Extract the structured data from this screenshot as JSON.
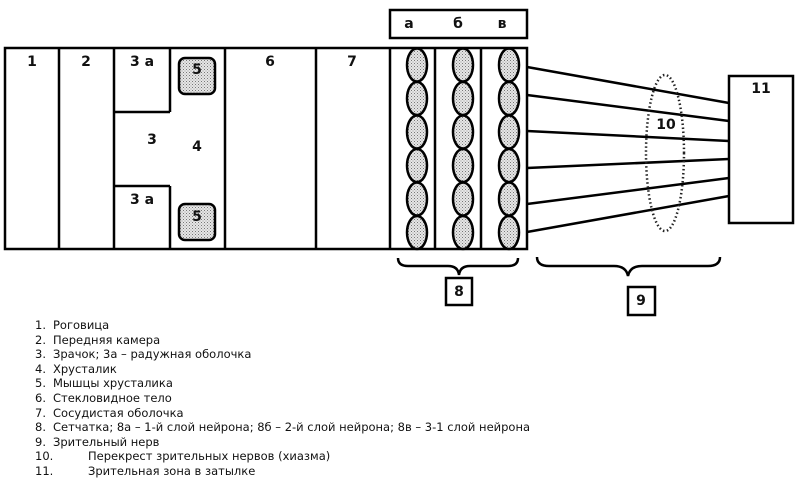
{
  "diagram": {
    "labels": {
      "p1": "1",
      "p2": "2",
      "p3a_top": "3 а",
      "p3a_bottom": "3 а",
      "p3": "3",
      "p4": "4",
      "p5_top": "5",
      "p5_bottom": "5",
      "p6": "6",
      "p7": "7",
      "layer_a": "а",
      "layer_b": "б",
      "layer_v": "в",
      "p8": "8",
      "p9": "9",
      "p10": "10",
      "p11": "11"
    }
  },
  "legend": [
    {
      "num": "1.",
      "text": "Роговица"
    },
    {
      "num": "2.",
      "text": "Передняя камера"
    },
    {
      "num": "3.",
      "text": "Зрачок; 3а – радужная оболочка"
    },
    {
      "num": "4.",
      "text": "Хрусталик"
    },
    {
      "num": "5.",
      "text": "Мышцы хрусталика"
    },
    {
      "num": "6.",
      "text": "Стекловидное тело"
    },
    {
      "num": "7.",
      "text": "Сосудистая оболочка"
    },
    {
      "num": "8.",
      "text": "Сетчатка; 8а – 1-й слой нейрона; 8б – 2-й слой нейрона; 8в – 3-1 слой нейрона"
    },
    {
      "num": "9.",
      "text": "Зрительный нерв"
    },
    {
      "num": "10.",
      "text": "Перекрест зрительных нервов (хиазма)"
    },
    {
      "num": "11.",
      "text": "Зрительная зона в затылке"
    }
  ]
}
